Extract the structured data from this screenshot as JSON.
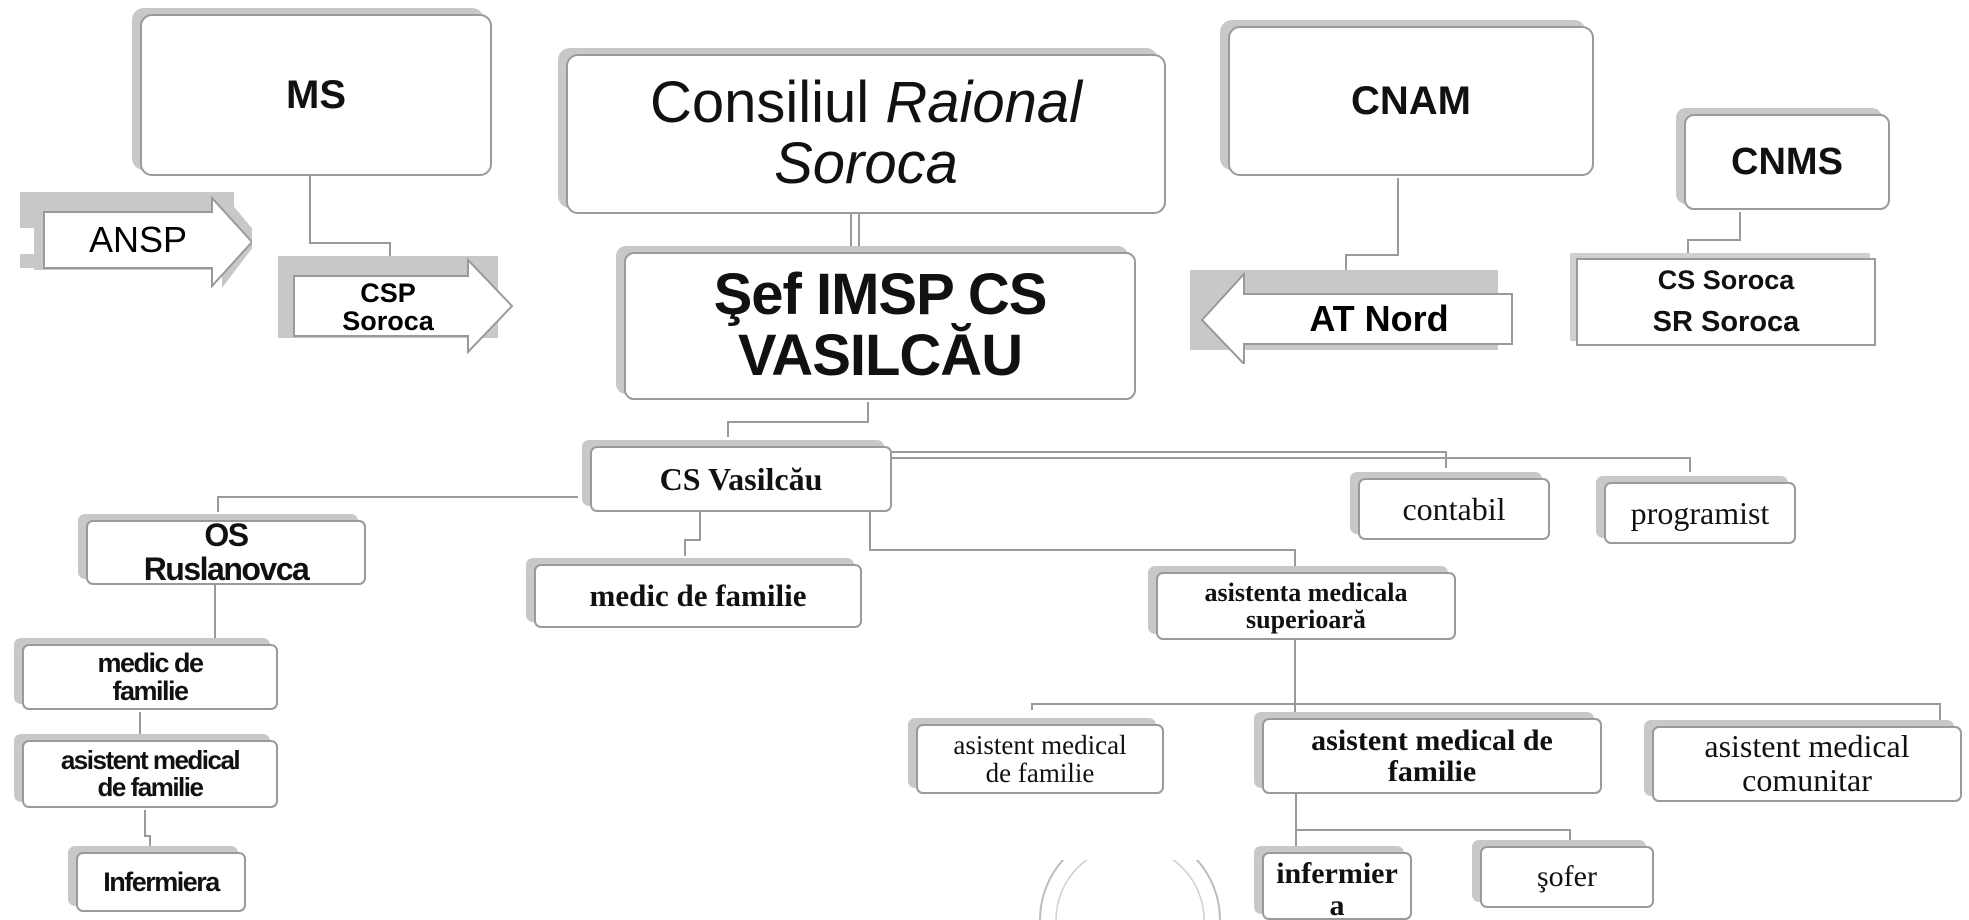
{
  "nodes": {
    "ms": "MS",
    "consiliul": {
      "line1_plain": "Consiliul",
      "line1_italic": "Raional",
      "line2": "Soroca"
    },
    "cnam": "CNAM",
    "cnms": "CNMS",
    "ansp": "ANSP",
    "csp": {
      "line1": "CSP",
      "line2": "Soroca"
    },
    "sef": {
      "line1": "Şef  IMSP CS",
      "line2": "VASILCĂU"
    },
    "at_nord": "AT Nord",
    "cs_soroca": {
      "line1": "CS Soroca",
      "line2": "SR Soroca"
    },
    "cs_vasilcau": "CS Vasilcău",
    "contabil": "contabil",
    "programist": "programist",
    "os_ruslanovca": {
      "line1": "OS",
      "line2": "Ruslanovca"
    },
    "medic_familie_center": "medic de familie",
    "asistenta_superioara": {
      "line1": "asistenta medicala",
      "line2": "superioară"
    },
    "medic_familie_left": {
      "line1": "medic  de",
      "line2": "familie"
    },
    "asistent_left": {
      "line1": "asistent medical",
      "line2": "de familie"
    },
    "infermiera": "Infermiera",
    "asistent_familie_1": {
      "line1": "asistent medical",
      "line2": "de familie"
    },
    "asistent_familie_2": {
      "line1": "asistent medical de",
      "line2": "familie"
    },
    "asistent_comunitar": {
      "line1": "asistent medical",
      "line2": "comunitar"
    },
    "infermiera_right": {
      "line1": "infermier",
      "line2": "a"
    },
    "sofer": "şofer"
  },
  "colors": {
    "border": "#9a9a9a",
    "shadow": "#c8c8c8",
    "connector": "#9a9a9a",
    "text": "#111111"
  }
}
